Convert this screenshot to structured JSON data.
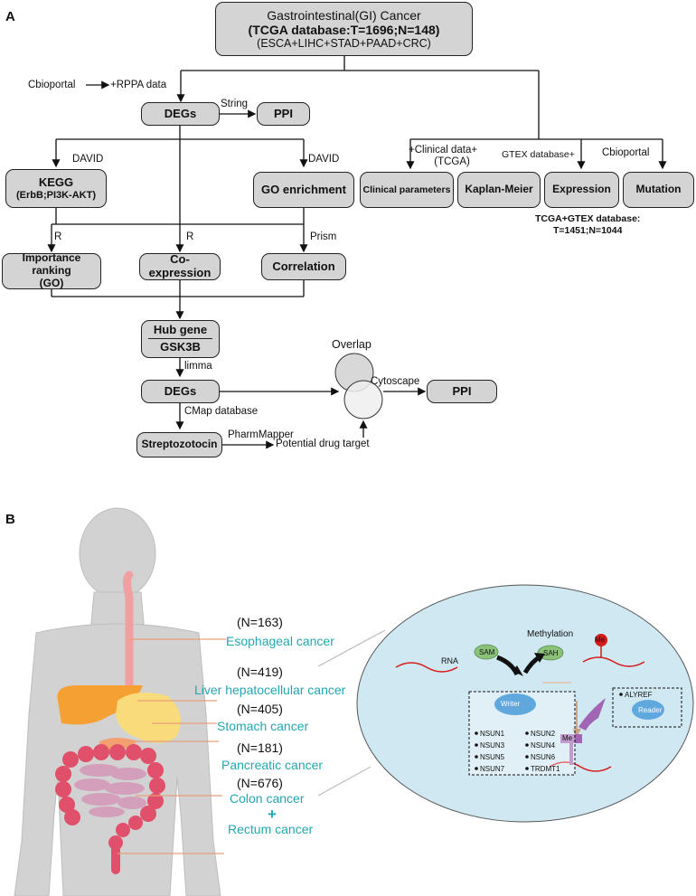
{
  "panels": {
    "a": "A",
    "b": "B"
  },
  "flowchart": {
    "top_box": {
      "line1": "Gastrointestinal(GI) Cancer",
      "line2": "(TCGA database:T=1696;N=148)",
      "line3": "(ESCA+LIHC+STAD+PAAD+CRC)"
    },
    "cbioportal_rppa": {
      "source": "Cbioportal",
      "target": "+RPPA data"
    },
    "degs_1": "DEGs",
    "string_label": "String",
    "ppi_1": "PPI",
    "david_left": "DAVID",
    "david_right": "DAVID",
    "kegg_box": {
      "line1": "KEGG",
      "line2": "(ErbB;PI3K-AKT)"
    },
    "go_enrichment": "GO enrichment",
    "r_left": "R",
    "r_mid": "R",
    "prism": "Prism",
    "importance_box": {
      "line1": "Importance ranking",
      "line2": "(GO)"
    },
    "coexpression": "Co-expression",
    "correlation": "Correlation",
    "hub_gene": {
      "line1": "Hub gene",
      "line2": "GSK3B"
    },
    "limma": "limma",
    "degs_2": "DEGs",
    "overlap": "Overlap",
    "cytoscape": "Cytoscape",
    "ppi_2": "PPI",
    "cmap": "CMap database",
    "streptozotocin": "Streptozotocin",
    "pharmmapper": "PharmMapper",
    "potential_target": "Potential drug target",
    "clinical_data": {
      "line1": "+Clinical data+",
      "line2": "(TCGA)"
    },
    "gtex_label": "GTEX database+",
    "cbioportal_right": "Cbioportal",
    "clinical_parameters": "Clinical parameters",
    "kaplan_meier": "Kaplan-Meier",
    "expression": "Expression",
    "mutation": "Mutation",
    "tcga_gtex": {
      "line1": "TCGA+GTEX database:",
      "line2": "T=1451;N=1044"
    }
  },
  "cancers": [
    {
      "count": "(N=163)",
      "name": "Esophageal cancer"
    },
    {
      "count": "(N=419)",
      "name": "Liver hepatocellular cancer"
    },
    {
      "count": "(N=405)",
      "name": "Stomach cancer"
    },
    {
      "count": "(N=181)",
      "name": "Pancreatic cancer"
    },
    {
      "count": "(N=676)",
      "name": "Colon cancer"
    },
    {
      "count": "",
      "name": "+"
    },
    {
      "count": "",
      "name": "Rectum cancer"
    }
  ],
  "methylation": {
    "rna": "RNA",
    "sam": "SAM",
    "sah": "SAH",
    "title": "Methylation",
    "me_top": "Me",
    "me_bottom": "Me",
    "writer": "Writer",
    "writer_genes": [
      "NSUN1",
      "NSUN2",
      "NSUN3",
      "NSUN4",
      "NSUN5",
      "NSUN6",
      "NSUN7",
      "TRDMT1"
    ],
    "reader_gene": "ALYREF",
    "reader": "Reader"
  },
  "colors": {
    "box_fill": "#d4d4d4",
    "cancer_text": "#22a7b0",
    "ellipse": "#cfe8f2",
    "body": "#d2d2d2"
  }
}
